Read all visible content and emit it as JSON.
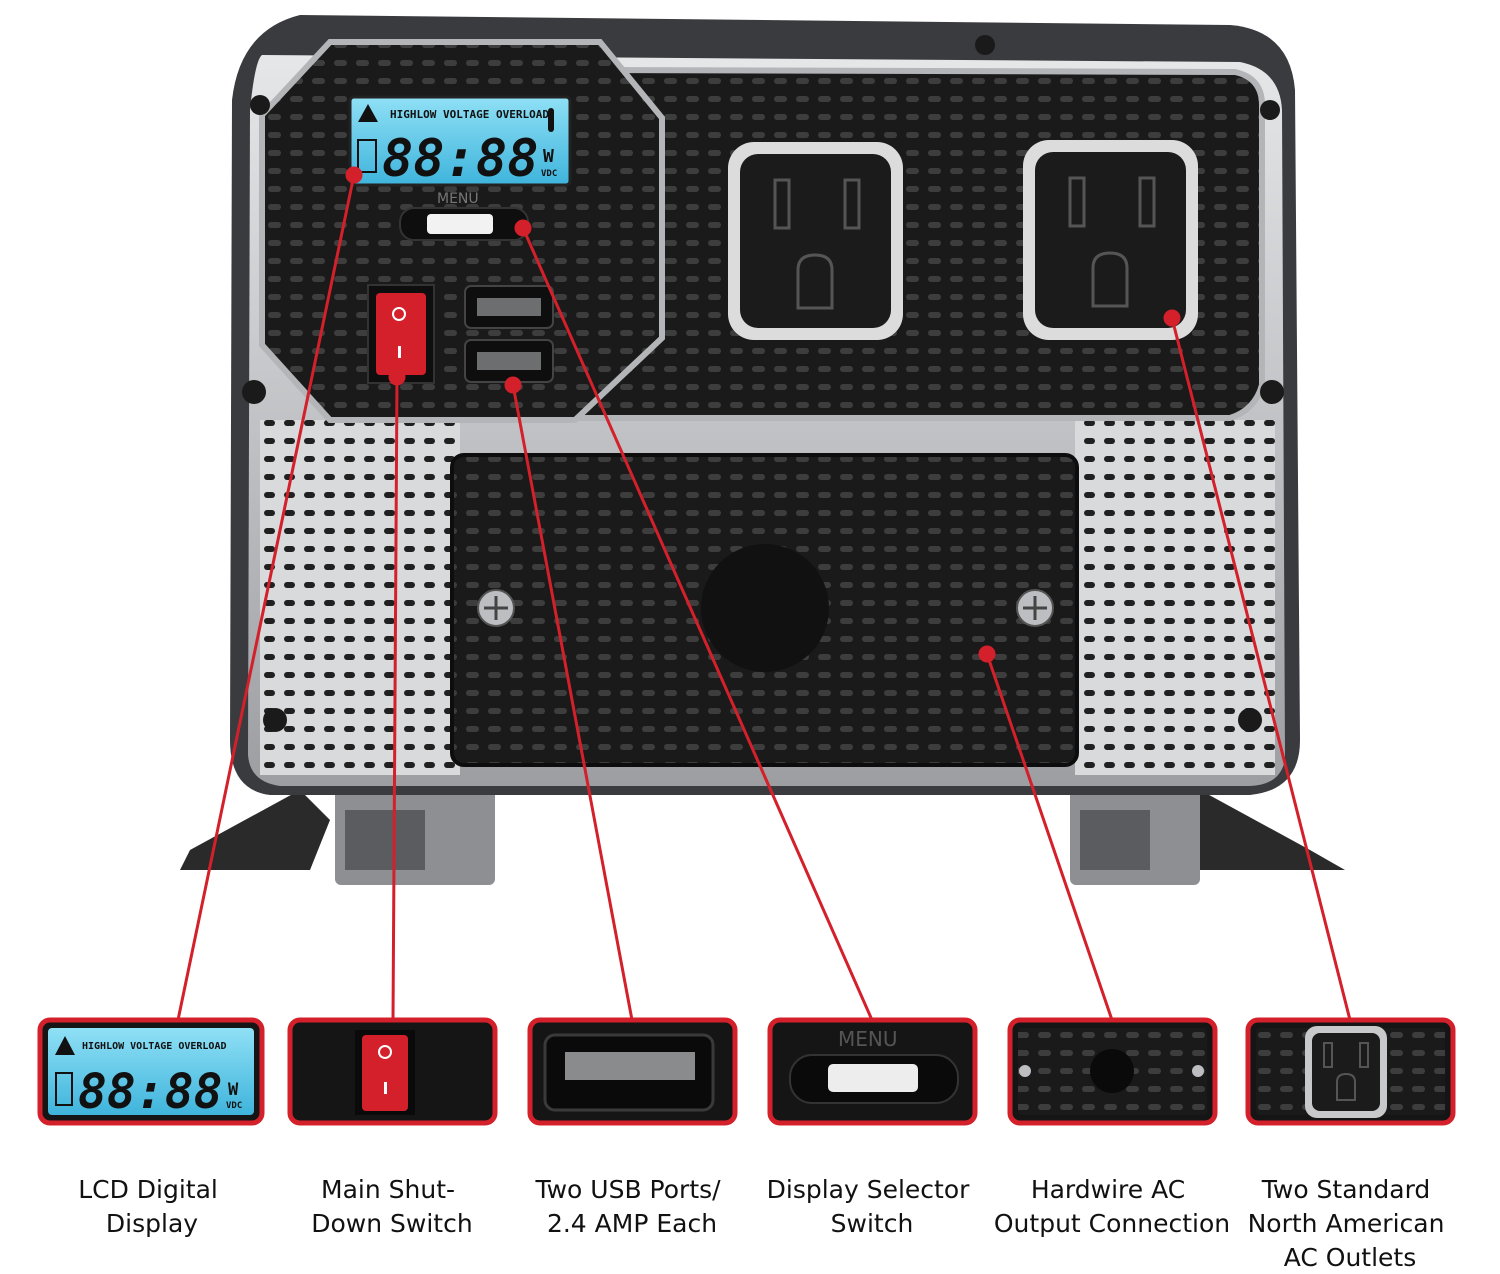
{
  "device": {
    "lcd": {
      "header": "HIGHLOW VOLTAGE OVERLOAD",
      "digits": "88:88",
      "unit_w": "W",
      "unit_vdc": "VDC"
    },
    "menu_label": "MENU"
  },
  "callouts": [
    {
      "line1": "LCD Digital",
      "line2": "Display",
      "line3": ""
    },
    {
      "line1": "Main Shut-",
      "line2": "Down Switch",
      "line3": ""
    },
    {
      "line1": "Two USB Ports/",
      "line2": "2.4 AMP Each",
      "line3": ""
    },
    {
      "line1": "Display Selector",
      "line2": "Switch",
      "line3": ""
    },
    {
      "line1": "Hardwire AC",
      "line2": "Output Connection",
      "line3": ""
    },
    {
      "line1": "Two Standard",
      "line2": "North American",
      "line3": "AC Outlets"
    }
  ],
  "colors": {
    "accent_red": "#d3202a",
    "lcd_blue": "#5cc8e8",
    "panel_black": "#151515",
    "housing_silver": "#c8c9cb"
  }
}
